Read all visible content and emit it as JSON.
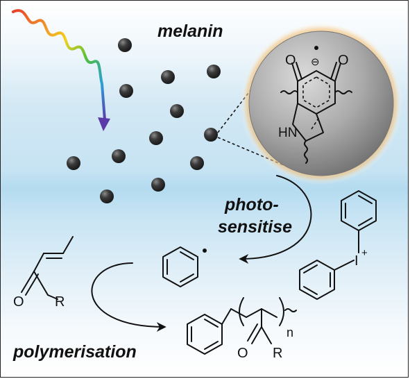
{
  "labels": {
    "melanin": "melanin",
    "photosensitise_1": "photo-",
    "photosensitise_2": "sensitise",
    "polymerisation": "polymerisation"
  },
  "atoms": {
    "quinone_o_left": "O",
    "quinone_o_right": "O",
    "radical_anion_charge": "⊖",
    "indole_nh": "HN",
    "acrylate_o": "O",
    "acrylate_r": "R",
    "iodonium_i": "I",
    "iodonium_charge": "+",
    "product_o": "O",
    "product_r": "R",
    "repeat_n": "n"
  },
  "colors": {
    "nanoparticle": "#3a3a3a",
    "sphere_glow": "#f0b060",
    "light_wave": [
      "#e8412a",
      "#f08a2a",
      "#f5d020",
      "#4fbf3a",
      "#2a9fd8",
      "#5a3aa8"
    ]
  }
}
